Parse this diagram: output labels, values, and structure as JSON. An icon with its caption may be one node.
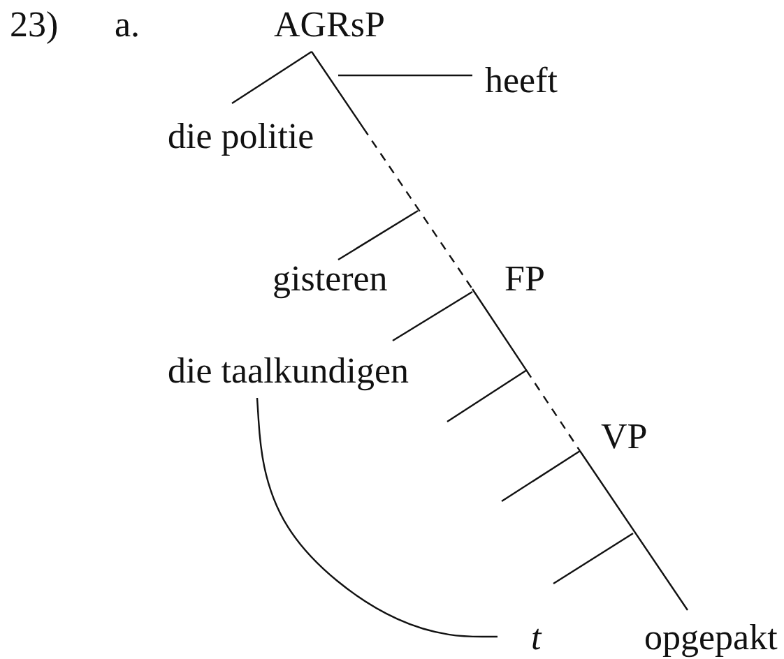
{
  "diagram": {
    "nodes": [
      {
        "text": [
          "AGRsP"
        ]
      },
      {
        "text": [
          "heeft"
        ]
      },
      {
        "text": [
          "die politie"
        ]
      },
      {
        "text": [
          "gisteren"
        ]
      },
      {
        "text": [
          "FP"
        ]
      },
      {
        "text": [
          "die taalkundigen"
        ]
      },
      {
        "text": [
          "VP"
        ]
      },
      {
        "text": [
          "t"
        ]
      },
      {
        "text": [
          "opgepakt"
        ]
      }
    ],
    "edges": [
      {
        "from": 0,
        "to": 2,
        "arrow": "none"
      },
      {
        "from": null,
        "to": 1,
        "arrow": "none"
      },
      {
        "from": null,
        "to": 3,
        "arrow": "none"
      },
      {
        "from": 0,
        "to": 4,
        "arrow": "none",
        "style": "dashed"
      },
      {
        "from": 4,
        "to": 5,
        "arrow": "none"
      },
      {
        "from": 4,
        "to": 6,
        "arrow": "none",
        "style": "dashed"
      },
      {
        "from": 6,
        "to": 8,
        "arrow": "none"
      },
      {
        "from": 5,
        "to": 7,
        "arrow": "none"
      }
    ],
    "labels": [
      "23)",
      "a."
    ]
  }
}
